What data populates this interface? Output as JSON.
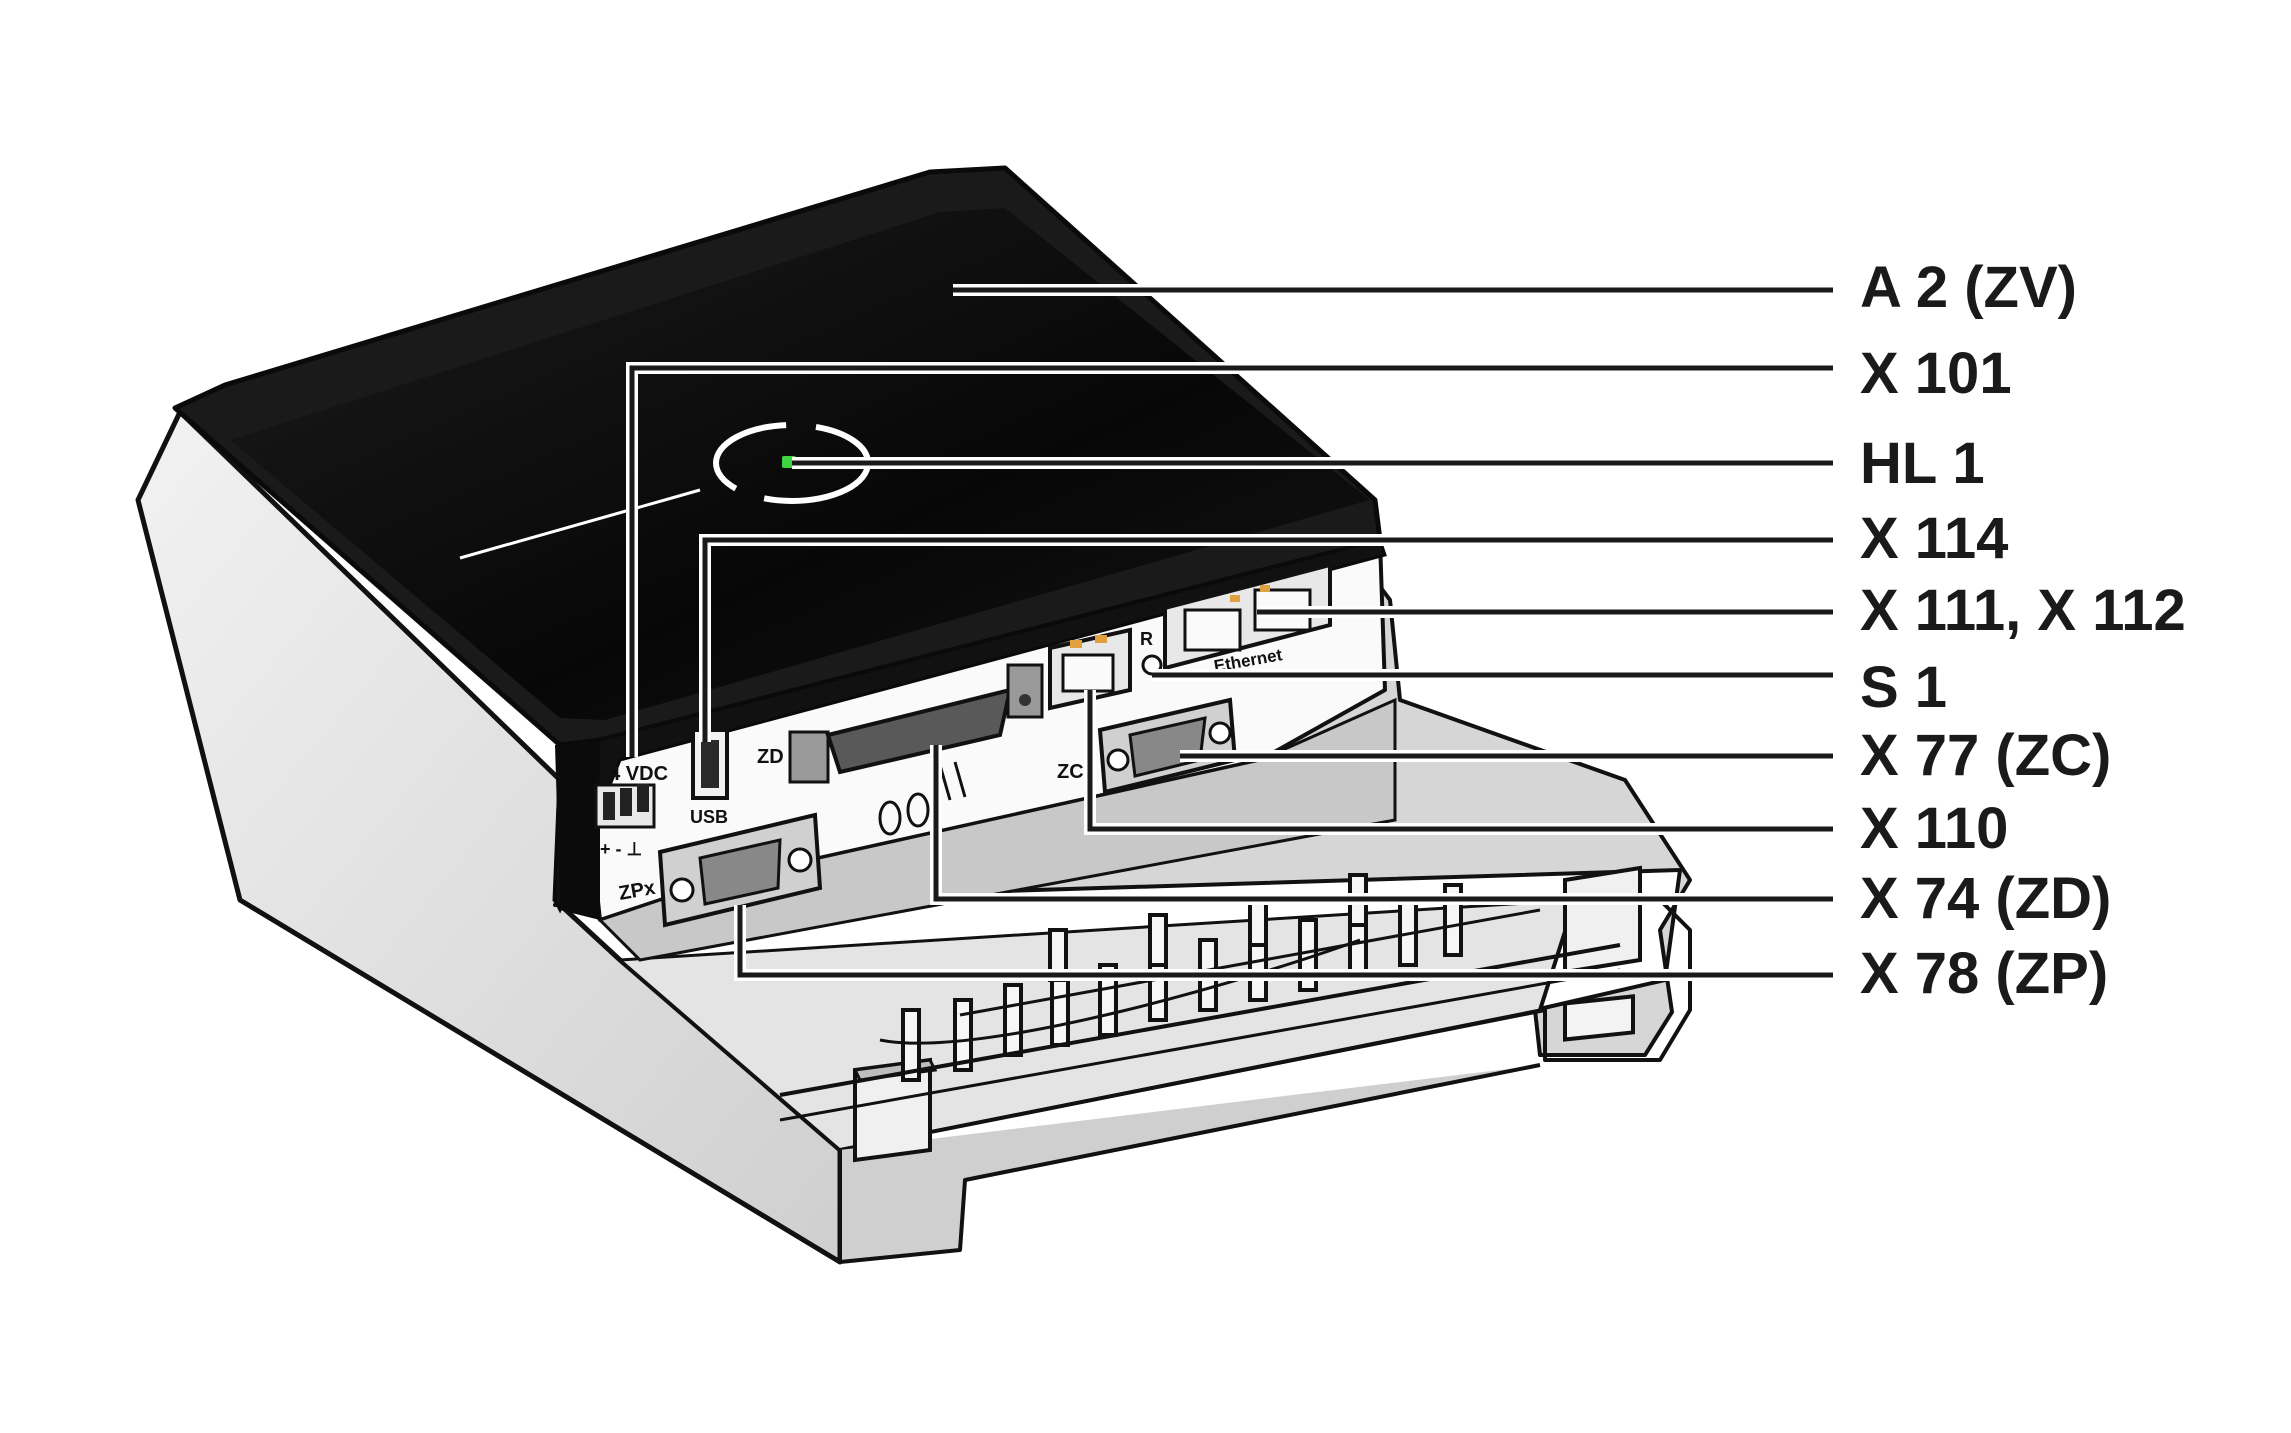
{
  "diagram": {
    "callouts": [
      {
        "id": "a2",
        "label": "A 2 (ZV)"
      },
      {
        "id": "x101",
        "label": "X 101"
      },
      {
        "id": "hl1",
        "label": "HL 1"
      },
      {
        "id": "x114",
        "label": "X 114"
      },
      {
        "id": "x111",
        "label": "X 111, X 112"
      },
      {
        "id": "s1",
        "label": "S 1"
      },
      {
        "id": "x77",
        "label": "X 77 (ZC)"
      },
      {
        "id": "x110",
        "label": "X 110"
      },
      {
        "id": "x74",
        "label": "X 74 (ZD)"
      },
      {
        "id": "x78",
        "label": "X 78 (ZP)"
      }
    ],
    "panel_labels": {
      "power": "24 VDC",
      "polarity": "+  -  ⊥",
      "usb": "USB",
      "zd": "ZD",
      "zc": "ZC",
      "zpx": "ZPx",
      "reset": "R",
      "ethernet": "Ethernet"
    },
    "colors": {
      "housing_top": "#0d0d0d",
      "housing_side": "#d9d9d9",
      "led": "#3fd33f",
      "leader": "#1a1a1a"
    }
  }
}
